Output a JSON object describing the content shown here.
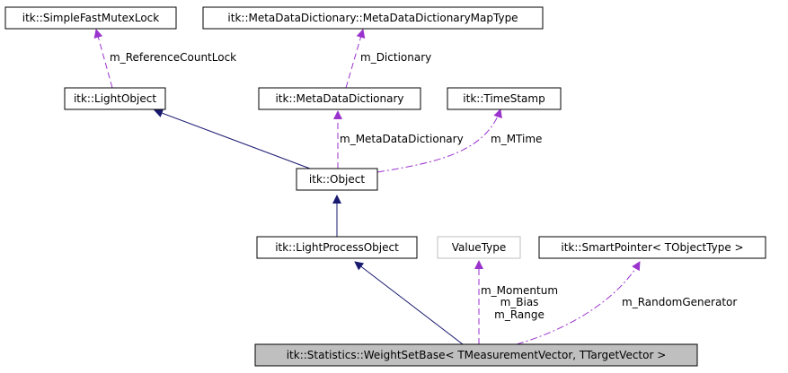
{
  "nodes": {
    "simple_fast_mutex_lock": "itk::SimpleFastMutexLock",
    "map_type": "itk::MetaDataDictionary::MetaDataDictionaryMapType",
    "light_object": "itk::LightObject",
    "meta_data_dictionary": "itk::MetaDataDictionary",
    "time_stamp": "itk::TimeStamp",
    "object": "itk::Object",
    "light_process_object": "itk::LightProcessObject",
    "value_type": "ValueType",
    "smart_pointer": "itk::SmartPointer< TObjectType >",
    "weight_set_base": "itk::Statistics::WeightSetBase< TMeasurementVector, TTargetVector >"
  },
  "edge_labels": {
    "reference_count_lock": "m_ReferenceCountLock",
    "dictionary": "m_Dictionary",
    "meta_data_dictionary": "m_MetaDataDictionary",
    "mtime": "m_MTime",
    "momentum": "m_Momentum",
    "bias": "m_Bias",
    "range": "m_Range",
    "random_generator": "m_RandomGenerator"
  },
  "colors": {
    "inheritance_edge": "#191970",
    "usage_edge": "#9a32cd",
    "focus_node_fill": "#bfbfbf",
    "undocumented_node_border": "#bfbfbf"
  }
}
